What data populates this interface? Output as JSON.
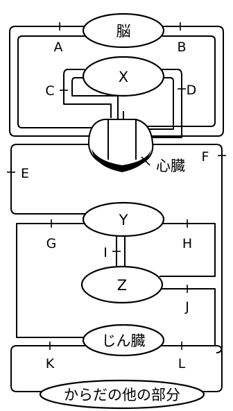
{
  "organs": {
    "brain": "脳",
    "x": "X",
    "heart": "心臓",
    "y": "Y",
    "z": "Z",
    "kidney": "じん臓",
    "other": "からだの他の部分"
  },
  "vessels": {
    "A": "A",
    "B": "B",
    "C": "C",
    "D": "D",
    "E": "E",
    "F": "F",
    "G": "G",
    "H": "H",
    "I": "I",
    "J": "J",
    "K": "K",
    "L": "L"
  }
}
